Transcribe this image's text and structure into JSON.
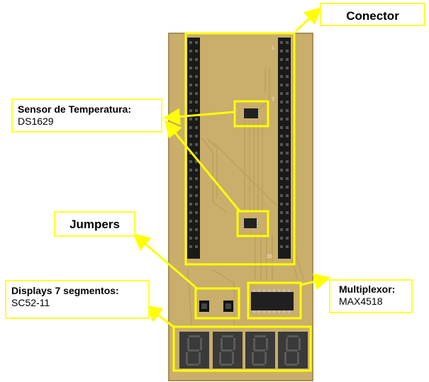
{
  "labels": {
    "conector": "Conector",
    "sensor_title": "Sensor de Temperatura:",
    "sensor_part": "DS1629",
    "jumpers": "Jumpers",
    "displays_title": "Displays 7 segmentos:",
    "displays_part": "SC52-11",
    "mux_title": "Multiplexor:",
    "mux_part": "MAX4518"
  },
  "board_silkscreen": {
    "pin_1": "1",
    "pin_20": "20",
    "pin_2": "2"
  },
  "colors": {
    "highlight": "#ffff00",
    "board": "#c9ae6c",
    "header": "#1a1a1a",
    "ic": "#222222",
    "display": "#3a3a3a",
    "background": "#ffffff"
  }
}
